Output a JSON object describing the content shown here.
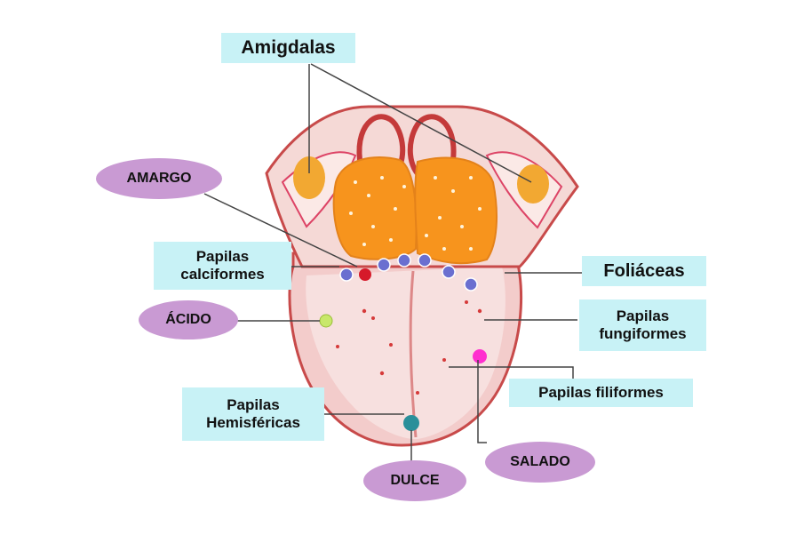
{
  "labels": {
    "amigdalas": "Amigdalas",
    "papilas_calciformes": [
      "Papilas",
      "calciformes"
    ],
    "foliaceas": "Foliáceas",
    "papilas_fungiformes": [
      "Papilas",
      "fungiformes"
    ],
    "papilas_filiformes": "Papilas filiformes",
    "papilas_hemisfericas": [
      "Papilas",
      "Hemisféricas"
    ]
  },
  "tastes": {
    "amargo": "AMARGO",
    "acido": "ÁCIDO",
    "salado": "SALADO",
    "dulce": "DULCE"
  },
  "colors": {
    "label_box": "#c8f2f6",
    "taste_pill": "#c99ad3",
    "tongue": "#e8a3a3",
    "tonsil": "#f2a832",
    "acido_dot": "#c8e86a",
    "salado_dot": "#ff2fcf",
    "dulce_dot": "#2a8f9a",
    "amargo_dot": "#d61a2a"
  }
}
